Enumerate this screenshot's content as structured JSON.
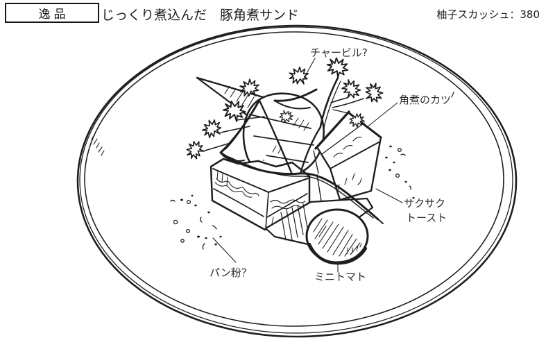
{
  "colors": {
    "ink": "#1e1e1e",
    "label_ink": "#2c2c2c",
    "background": "#ffffff"
  },
  "header": {
    "badge": "逸品",
    "title": "じっくり煮込んだ　豚角煮サンド",
    "drink_note": "柚子スカッシュ：380"
  },
  "annotations": {
    "chervil": "チャービル?",
    "katsu": "角煮のカツ",
    "toast_line1": "サクサク",
    "toast_line2": "トースト",
    "panko": "パン粉？",
    "tomato": "ミニトマト"
  }
}
